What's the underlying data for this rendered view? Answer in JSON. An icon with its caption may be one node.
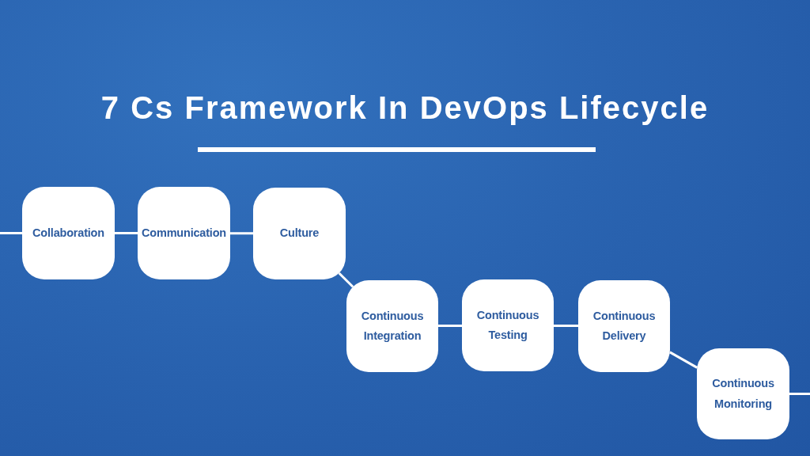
{
  "diagram": {
    "title": "7 Cs Framework In DevOps Lifecycle",
    "nodes": [
      {
        "text": [
          "Collaboration"
        ]
      },
      {
        "text": [
          "Communication"
        ]
      },
      {
        "text": [
          "Culture"
        ]
      },
      {
        "text": [
          "Continuous Integration"
        ]
      },
      {
        "text": [
          "Continuous Testing"
        ]
      },
      {
        "text": [
          "Continuous Delivery"
        ]
      },
      {
        "text": [
          "Continuous Monitoring"
        ]
      }
    ],
    "edges": [
      {
        "from": null,
        "to": 0,
        "arrow": "none"
      },
      {
        "from": 0,
        "to": 1,
        "arrow": "none"
      },
      {
        "from": 1,
        "to": 2,
        "arrow": "none"
      },
      {
        "from": 2,
        "to": 3,
        "arrow": "none"
      },
      {
        "from": 3,
        "to": 4,
        "arrow": "none"
      },
      {
        "from": 4,
        "to": 5,
        "arrow": "none"
      },
      {
        "from": 5,
        "to": 6,
        "arrow": "none"
      },
      {
        "from": 6,
        "to": null,
        "arrow": "none"
      }
    ]
  }
}
